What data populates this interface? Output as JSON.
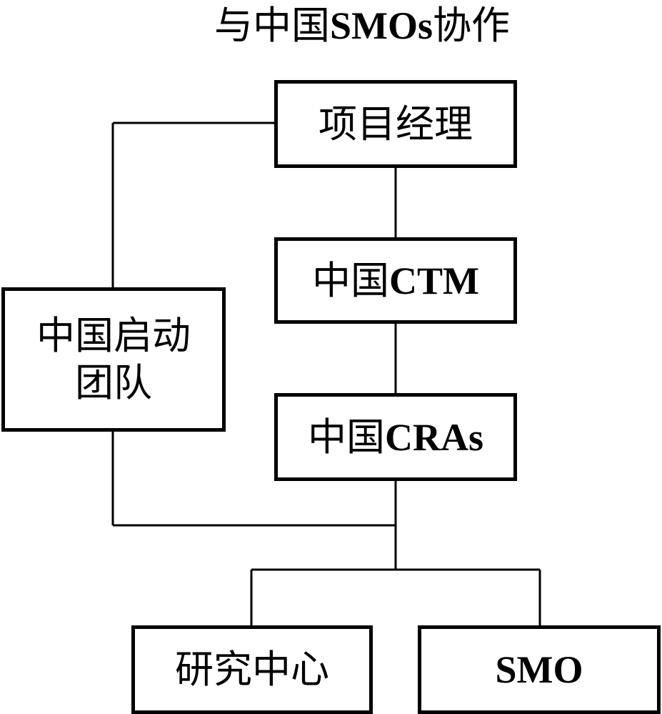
{
  "title": {
    "cjk_prefix": "与中国",
    "latin": "SMOs",
    "cjk_suffix": "协作"
  },
  "nodes": {
    "project_manager": {
      "label": "项目经理"
    },
    "china_ctm": {
      "cjk": "中国",
      "latin": "CTM"
    },
    "china_cras": {
      "cjk": "中国",
      "latin": "CRAs"
    },
    "china_startup_team": {
      "line1": "中国启动",
      "line2": "团队"
    },
    "research_center": {
      "label": "研究中心"
    },
    "smo": {
      "latin": "SMO"
    }
  }
}
